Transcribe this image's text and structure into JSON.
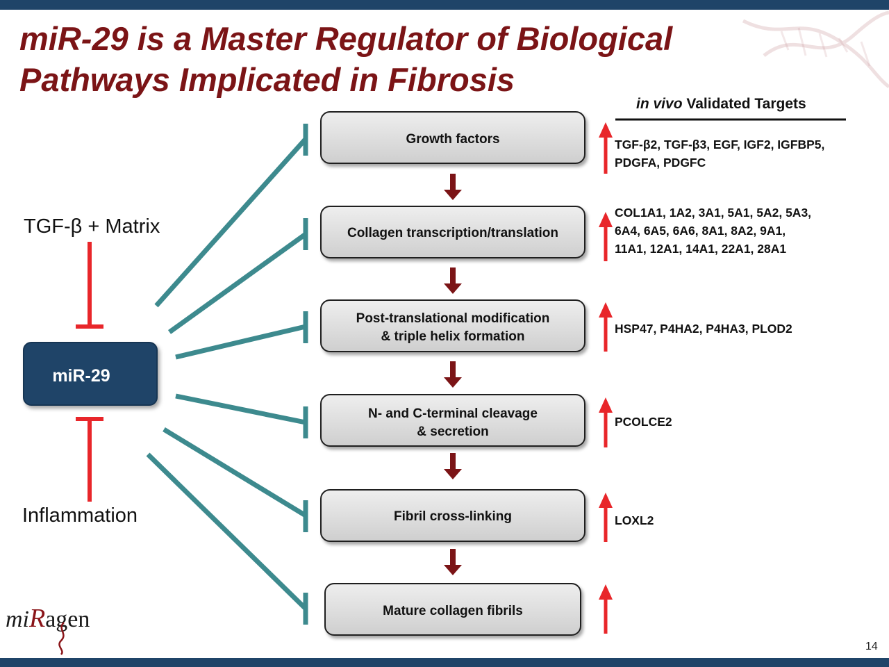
{
  "title": {
    "line1": "miR-29 is a Master Regulator of Biological",
    "line2": "Pathways Implicated in Fibrosis"
  },
  "left": {
    "top_label": "TGF-β + Matrix",
    "center_label": "miR-29",
    "bottom_label": "Inflammation"
  },
  "pathway": [
    {
      "line1": "Growth factors",
      "line2": ""
    },
    {
      "line1": "Collagen transcription/translation",
      "line2": ""
    },
    {
      "line1": "Post-translational modification",
      "line2": "& triple helix formation"
    },
    {
      "line1": "N- and C-terminal cleavage",
      "line2": "& secretion"
    },
    {
      "line1": "Fibril cross-linking",
      "line2": ""
    },
    {
      "line1": "Mature collagen fibrils",
      "line2": ""
    }
  ],
  "targets": {
    "header_italic": "in vivo",
    "header_rest": "Validated Targets",
    "groups": [
      [
        "TGF-β2, TGF-β3, EGF, IGF2, IGFBP5,",
        "PDGFA, PDGFC"
      ],
      [
        "COL1A1, 1A2, 3A1, 5A1, 5A2, 5A3,",
        "6A4, 6A5, 6A6, 8A1, 8A2, 9A1,",
        "11A1, 12A1, 14A1, 22A1, 28A1"
      ],
      [
        "HSP47, P4HA2, P4HA3, PLOD2"
      ],
      [
        "PCOLCE2"
      ],
      [
        "LOXL2"
      ],
      []
    ]
  },
  "logo": {
    "text_a": "mi",
    "text_b": "R",
    "text_c": "agen"
  },
  "page_number": "14",
  "colors": {
    "title": "#7b1416",
    "bar": "#1f4468",
    "mir_box": "#1f4468",
    "teal_line": "#3d8a8e",
    "inhibit_red": "#e8262a",
    "down_arrow": "#7b1416",
    "up_arrow": "#e8262a"
  }
}
